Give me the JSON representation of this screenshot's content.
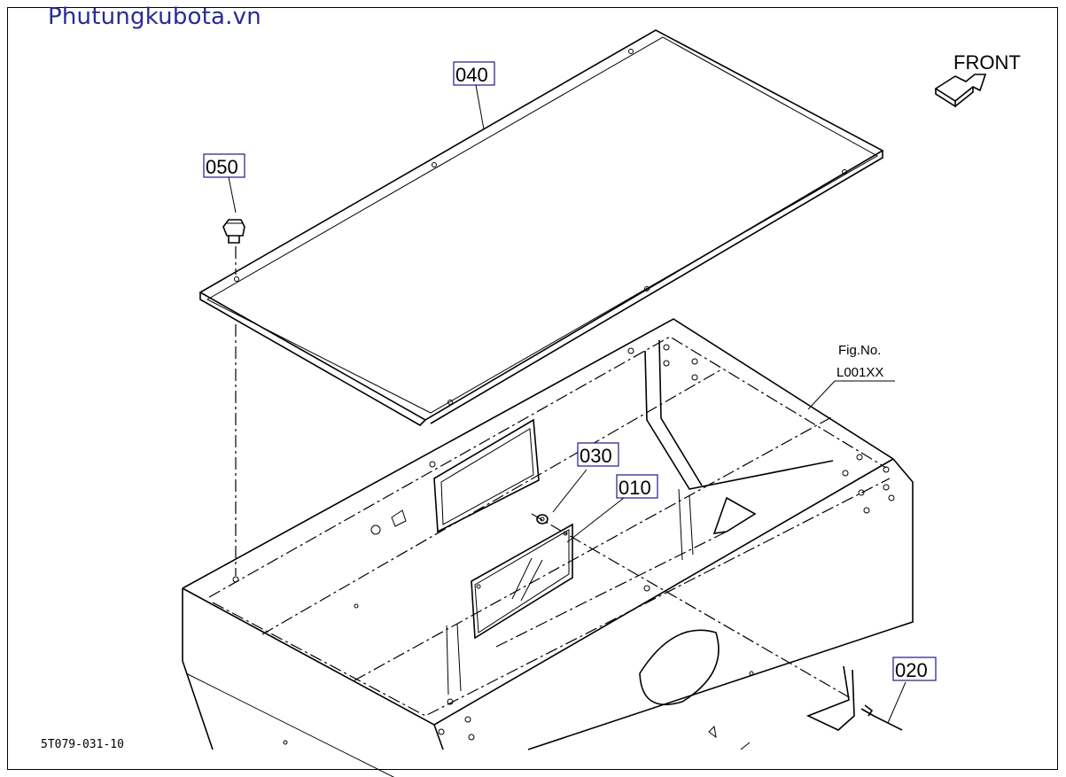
{
  "watermark": "Phutungkubota.vn",
  "front_label": "FRONT",
  "fig_label": {
    "line1": "Fig.No.",
    "line2": "L001XX"
  },
  "drawing_code": "5T079-031-10",
  "callouts": [
    {
      "id": "040",
      "label": "040"
    },
    {
      "id": "050",
      "label": "050"
    },
    {
      "id": "030",
      "label": "030"
    },
    {
      "id": "010",
      "label": "010"
    },
    {
      "id": "020",
      "label": "020"
    }
  ]
}
